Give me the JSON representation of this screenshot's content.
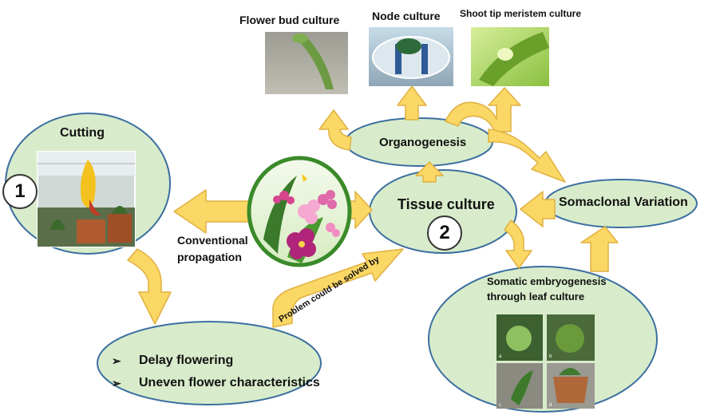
{
  "nodes": {
    "cutting": {
      "label": "Cutting",
      "number": "1"
    },
    "tissue_culture": {
      "label": "Tissue culture",
      "number": "2"
    },
    "organogenesis": {
      "label": "Organogenesis"
    },
    "somaclonal": {
      "label": "Somaclonal Variation"
    },
    "somatic": {
      "line1": "Somatic embryogenesis",
      "line2": "through leaf culture"
    },
    "problems": {
      "items": [
        "Delay flowering",
        "Uneven flower characteristics"
      ]
    }
  },
  "labels": {
    "conventional_line1": "Conventional",
    "conventional_line2": "propagation",
    "solved_by": "Problem could be solved by",
    "flower_bud": "Flower bud culture",
    "node": "Node culture",
    "shoot_tip": "Shoot tip meristem culture"
  },
  "panel_letters": [
    "a",
    "b",
    "c",
    "d"
  ],
  "colors": {
    "node_fill": "#d8eccb",
    "node_stroke": "#3c6fa0",
    "arrow_fill": "#fbd866",
    "arrow_stroke": "#e0b040",
    "orchid_bg": "#e9f4dc",
    "orchid_border": "#3a8a2a"
  }
}
